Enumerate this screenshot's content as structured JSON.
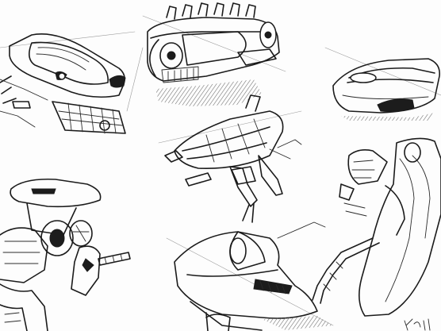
{
  "sheet": {
    "sketches": [
      {
        "icon": "hover-vehicle-sketch"
      },
      {
        "icon": "armored-pod-sketch"
      },
      {
        "icon": "hover-car-sketch"
      },
      {
        "icon": "spaceship-sketch"
      },
      {
        "icon": "mech-arm-sketch"
      },
      {
        "icon": "bipedal-mech-sketch"
      },
      {
        "icon": "glider-craft-sketch"
      }
    ],
    "signature": "K..l"
  }
}
